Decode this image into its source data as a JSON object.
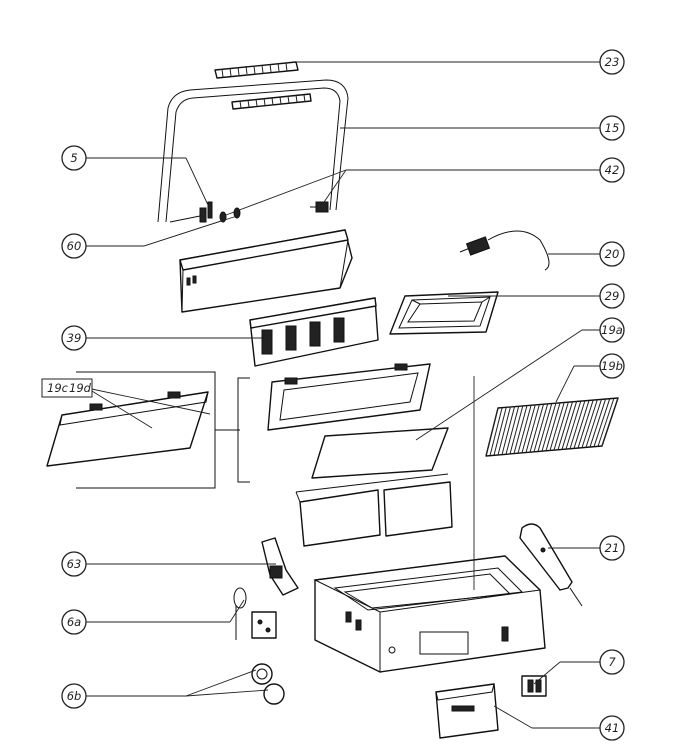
{
  "callouts": {
    "c23": "23",
    "c15": "15",
    "c5": "5",
    "c42": "42",
    "c60": "60",
    "c20": "20",
    "c29": "29",
    "c39": "39",
    "c19a": "19a",
    "c19b": "19b",
    "c19c": "19c",
    "c19d": "19d",
    "c21": "21",
    "c63": "63",
    "c6a": "6a",
    "c7": "7",
    "c6b": "6b",
    "c41": "41"
  }
}
